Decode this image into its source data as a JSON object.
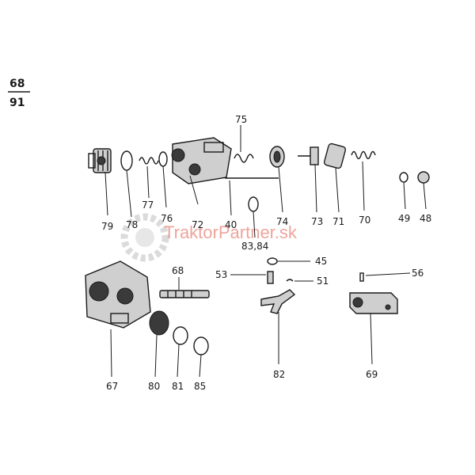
{
  "page_number": {
    "top": "68",
    "bottom": "91"
  },
  "watermark": {
    "text": "TraktorPartner.sk",
    "color": "#e05a4a"
  },
  "parts": {
    "p79": "79",
    "p78": "78",
    "p77": "77",
    "p76": "76",
    "p72": "72",
    "p75": "75",
    "p40": "40",
    "p8384": "83,84",
    "p74": "74",
    "p73": "73",
    "p71": "71",
    "p70": "70",
    "p49": "49",
    "p48": "48",
    "p68": "68",
    "p53": "53",
    "p45": "45",
    "p51": "51",
    "p56": "56",
    "p67": "67",
    "p80": "80",
    "p81": "81",
    "p85": "85",
    "p82": "82",
    "p69": "69"
  }
}
